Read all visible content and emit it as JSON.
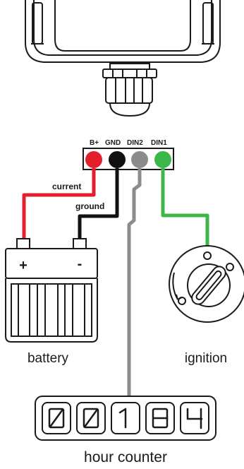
{
  "pins": [
    "B+",
    "GND",
    "DIN2",
    "DIN1"
  ],
  "wires": {
    "current": "current",
    "ground": "ground"
  },
  "battery": {
    "label": "battery",
    "plus": "+",
    "minus": "-"
  },
  "ignition": {
    "label": "ignition"
  },
  "hour_counter": {
    "label": "hour counter",
    "digits": [
      "0",
      "0",
      "1",
      "8",
      "4"
    ]
  },
  "colors": {
    "red": "#e41e2b",
    "black": "#111111",
    "grey": "#8c8c8c",
    "green": "#3db64a",
    "outline": "#1a1a1a"
  },
  "icons": [
    "device-housing-icon",
    "cable-gland-icon",
    "battery-icon",
    "ignition-switch-icon",
    "digital-counter-icon"
  ]
}
